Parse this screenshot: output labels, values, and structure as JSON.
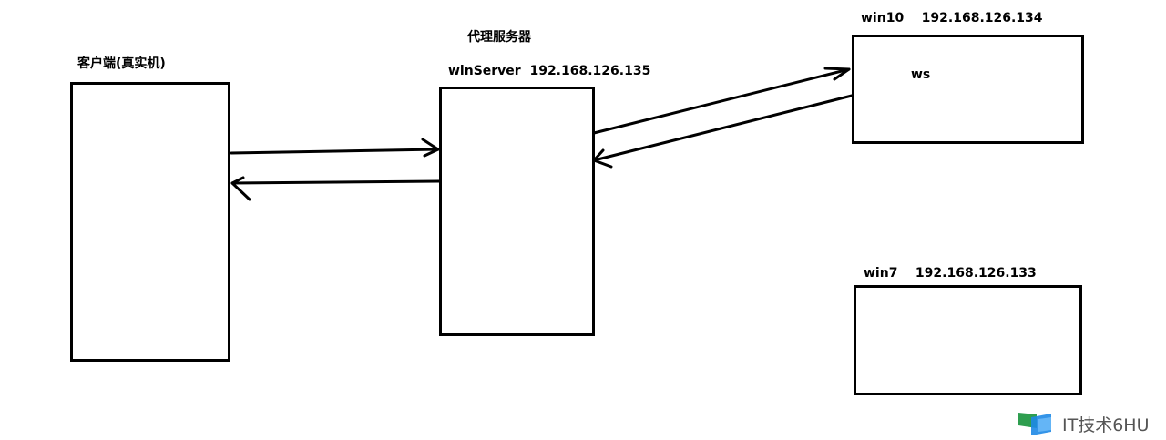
{
  "client": {
    "label": "客户端(真实机)"
  },
  "proxy": {
    "title": "代理服务器",
    "label": "winServer  192.168.126.135"
  },
  "win10": {
    "label": "win10    192.168.126.134",
    "service": "ws"
  },
  "win7": {
    "label": "win7    192.168.126.133"
  },
  "watermark": {
    "text": "IT技术6HU",
    "colors": [
      "#2e9e4f",
      "#1e88e5"
    ]
  }
}
